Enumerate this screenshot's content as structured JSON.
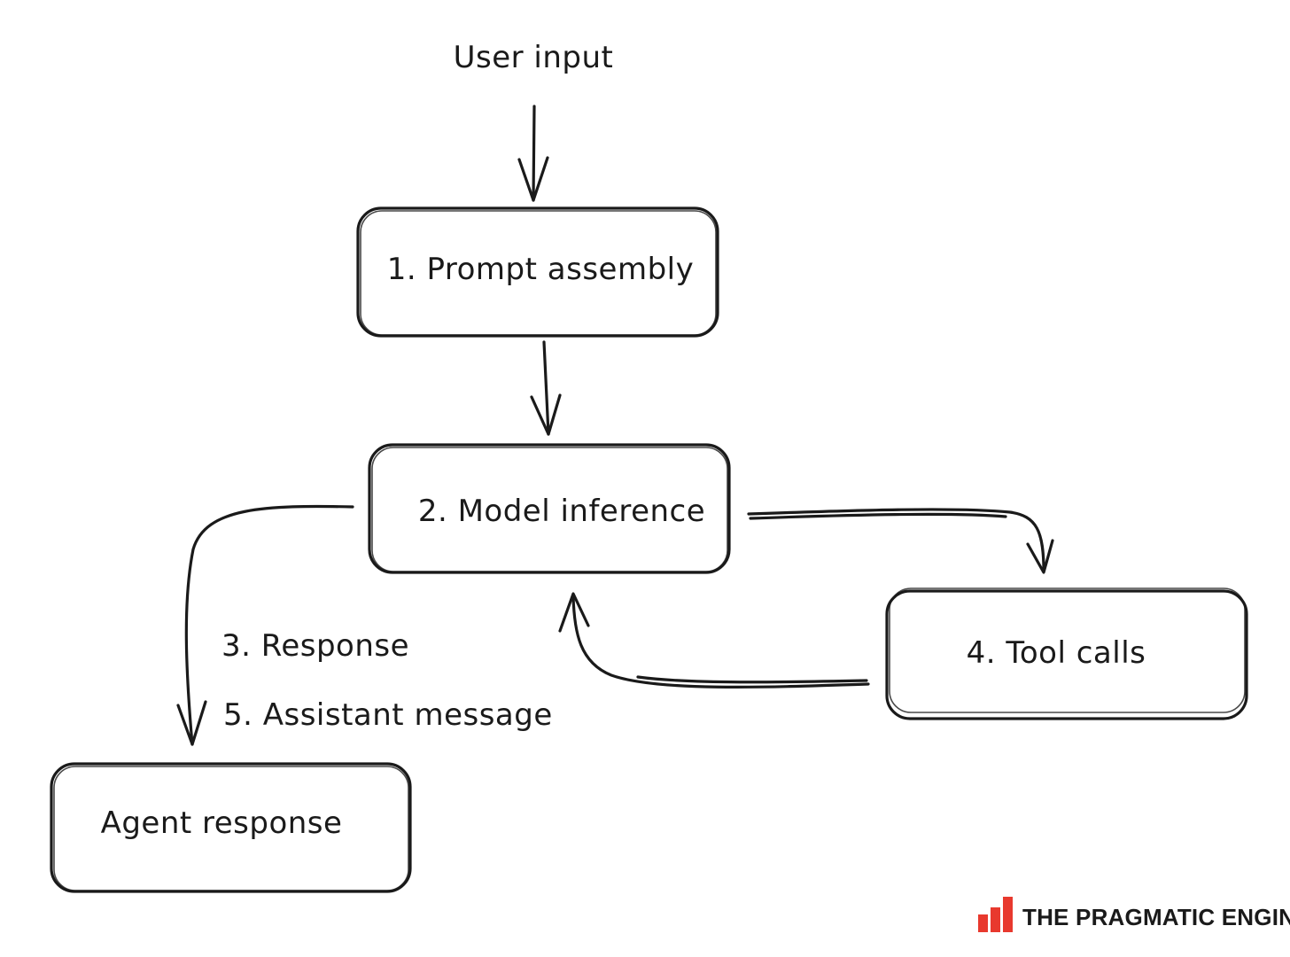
{
  "nodes": {
    "user_input": "User input",
    "prompt_assembly": "1. Prompt assembly",
    "model_inference": "2. Model inference",
    "tool_calls": "4. Tool calls",
    "agent_response": "Agent response"
  },
  "edge_labels": {
    "response": "3. Response",
    "assistant_message": "5. Assistant message"
  },
  "brand": {
    "name": "THE PRAGMATIC ENGINEER",
    "color": "#e8392e"
  }
}
